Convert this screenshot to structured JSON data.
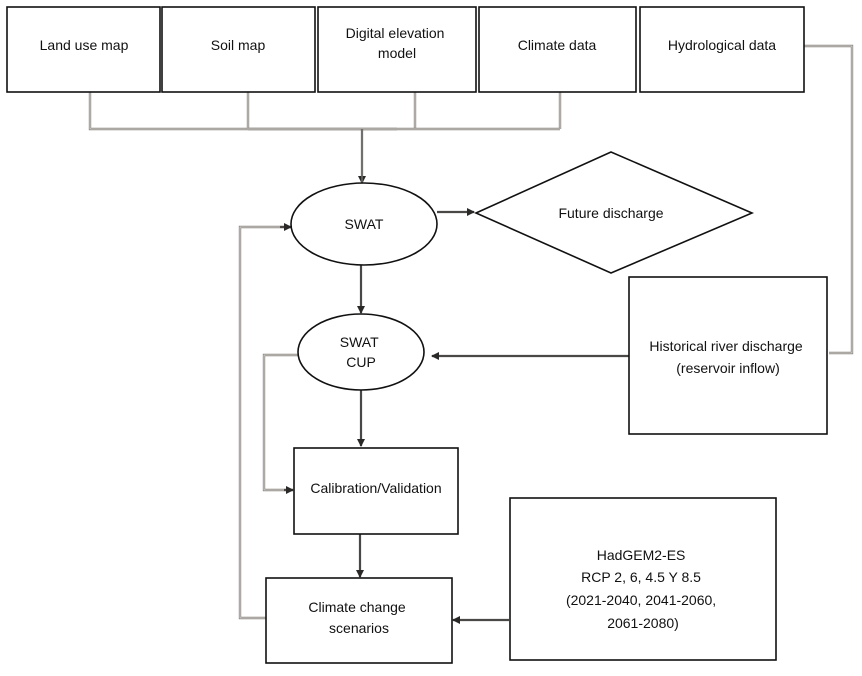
{
  "nodes": {
    "land_use": {
      "lines": [
        "Land use map"
      ]
    },
    "soil": {
      "lines": [
        "Soil map"
      ]
    },
    "dem": {
      "lines": [
        "Digital elevation",
        "model"
      ]
    },
    "climate_data": {
      "lines": [
        "Climate data"
      ]
    },
    "hydro_data": {
      "lines": [
        "Hydrological data"
      ]
    },
    "swat": {
      "lines": [
        "SWAT"
      ]
    },
    "future_discharge": {
      "lines": [
        "Future discharge"
      ]
    },
    "swat_cup": {
      "lines": [
        "SWAT",
        "CUP"
      ]
    },
    "historical": {
      "lines": [
        "Historical river discharge",
        "(reservoir inflow)"
      ]
    },
    "calibration": {
      "lines": [
        "Calibration/Validation"
      ]
    },
    "hadgem": {
      "lines": [
        "HadGEM2-ES",
        "RCP 2, 6, 4.5 Y 8.5",
        "(2021-2040, 2041-2060,",
        "2061-2080)"
      ]
    },
    "climate_change": {
      "lines": [
        "Climate change",
        "scenarios"
      ]
    }
  },
  "edges": [
    {
      "from": "land_use",
      "to": "swat"
    },
    {
      "from": "soil",
      "to": "swat"
    },
    {
      "from": "dem",
      "to": "swat"
    },
    {
      "from": "climate_data",
      "to": "swat"
    },
    {
      "from": "hydro_data",
      "to": "historical"
    },
    {
      "from": "swat",
      "to": "future_discharge"
    },
    {
      "from": "swat",
      "to": "swat_cup"
    },
    {
      "from": "historical",
      "to": "swat_cup"
    },
    {
      "from": "swat_cup",
      "to": "calibration"
    },
    {
      "from": "swat_cup",
      "to": "calibration"
    },
    {
      "from": "calibration",
      "to": "climate_change"
    },
    {
      "from": "hadgem",
      "to": "climate_change"
    },
    {
      "from": "climate_change",
      "to": "swat"
    }
  ]
}
